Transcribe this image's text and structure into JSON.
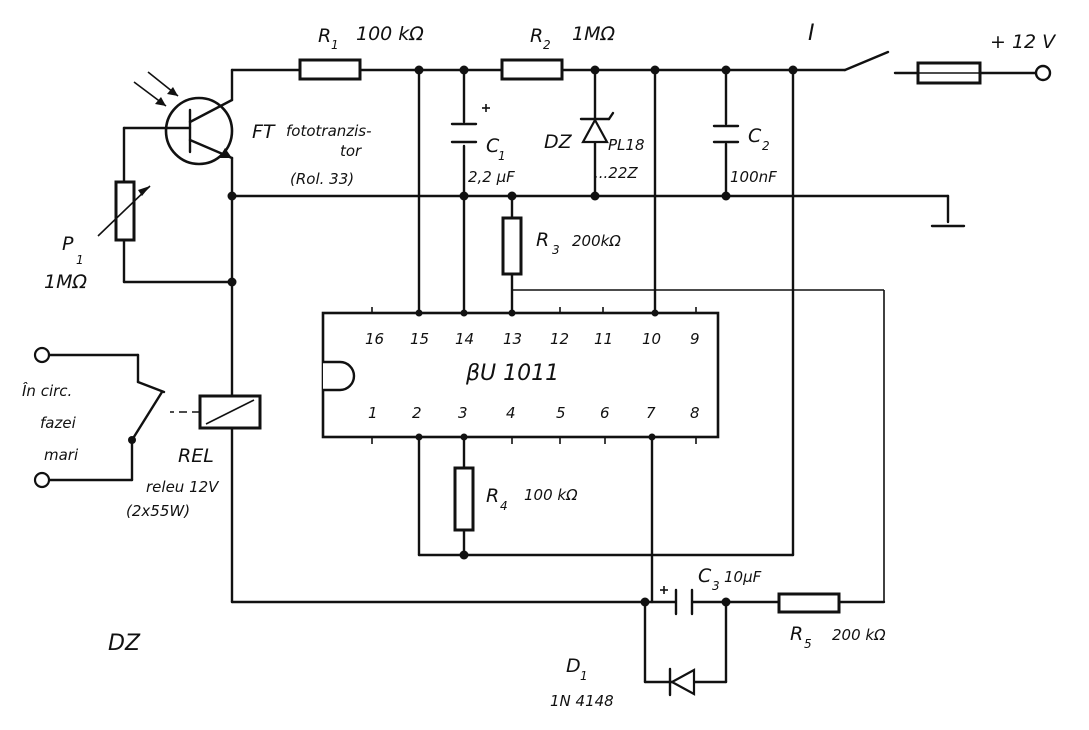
{
  "components": {
    "r1": {
      "name": "R",
      "sub": "1",
      "value": "100 kΩ"
    },
    "r2": {
      "name": "R",
      "sub": "2",
      "value": "1MΩ"
    },
    "r3": {
      "name": "R",
      "sub": "3",
      "value": "200kΩ"
    },
    "r4": {
      "name": "R",
      "sub": "4",
      "value": "100 kΩ"
    },
    "r5": {
      "name": "R",
      "sub": "5",
      "value": "200 kΩ"
    },
    "c1": {
      "name": "C",
      "sub": "1",
      "value": "2,2 μF"
    },
    "c2": {
      "name": "C",
      "sub": "2",
      "value": "100nF"
    },
    "c3": {
      "name": "C",
      "sub": "3",
      "value": "10μF"
    },
    "dz": {
      "name": "DZ",
      "part": "PL18",
      "part2": "...22Z"
    },
    "d1": {
      "name": "D",
      "sub": "1",
      "value": "1N 4148"
    },
    "switch": {
      "name": "I"
    },
    "supply": {
      "value": "+ 12 V"
    },
    "phototransistor": {
      "name": "FT",
      "desc_1": "fototranzis-",
      "desc_2": "tor",
      "desc_3": "(Rol. 33)"
    },
    "p1": {
      "name": "P",
      "sub": "1",
      "value": "1MΩ"
    },
    "relay": {
      "name": "REL",
      "desc_1": "releu 12V",
      "desc_2": "(2x55W)"
    },
    "load": {
      "line_1": "În circ.",
      "line_2": "fazei",
      "line_3": "mari"
    },
    "ic": {
      "name": "βU 1011",
      "top_pins": [
        "16",
        "15",
        "14",
        "13",
        "12",
        "11",
        "10",
        "9"
      ],
      "bottom_pins": [
        "1",
        "2",
        "3",
        "4",
        "5",
        "6",
        "7",
        "8"
      ]
    },
    "footer_label": "DZ"
  }
}
